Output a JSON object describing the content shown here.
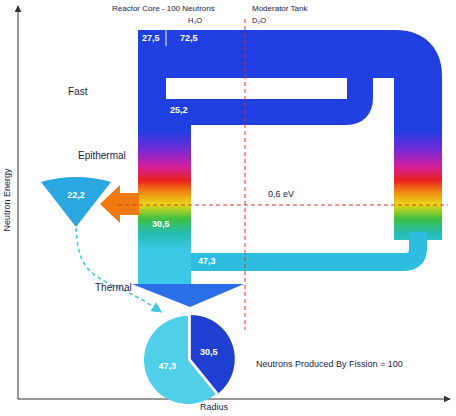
{
  "diagram": {
    "nodes": [
      {
        "text": [
          "22,2"
        ]
      },
      {
        "text": [
          "47,3"
        ]
      },
      {
        "text": [
          "30,5"
        ]
      }
    ],
    "edges": [
      {
        "from": 0,
        "to": 1,
        "arrow": "to"
      }
    ],
    "labels": [
      "Reactor Core - 100 Neutrons",
      "Moderator Tank",
      "H₂O",
      "D₂O",
      "27,5",
      "72,5",
      "Fast",
      "25,2",
      "Epithermal",
      "0,6 eV",
      "30,5",
      "47,3",
      "Thermal",
      "Neutrons Produced By Fission = 100",
      "Neutron Energy",
      "Radius"
    ]
  }
}
